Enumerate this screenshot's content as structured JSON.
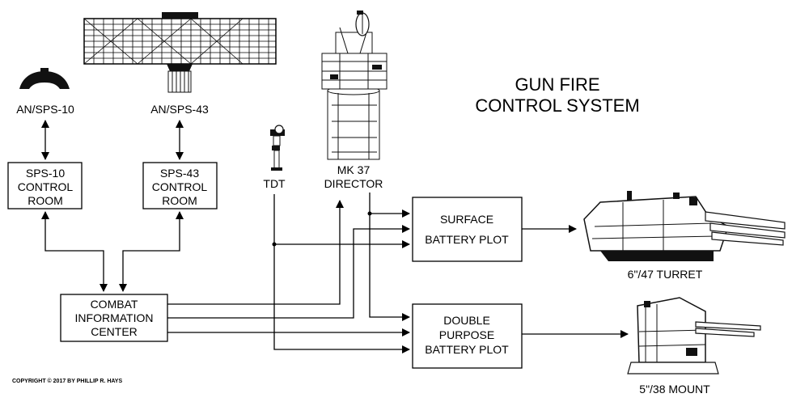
{
  "title_lines": [
    "GUN FIRE",
    "CONTROL SYSTEM"
  ],
  "equipment": {
    "sps10": "AN/SPS-10",
    "sps43": "AN/SPS-43",
    "tdt": "TDT",
    "mk37_line1": "MK 37",
    "mk37_line2": "DIRECTOR",
    "turret": "6\"/47 TURRET",
    "mount": "5\"/38 MOUNT"
  },
  "boxes": {
    "sps10_room": [
      "SPS-10",
      "CONTROL",
      "ROOM"
    ],
    "sps43_room": [
      "SPS-43",
      "CONTROL",
      "ROOM"
    ],
    "cic": [
      "COMBAT",
      "INFORMATION",
      "CENTER"
    ],
    "surface_plot": [
      "SURFACE",
      "BATTERY PLOT"
    ],
    "dp_plot": [
      "DOUBLE",
      "PURPOSE",
      "BATTERY PLOT"
    ]
  },
  "copyright": "COPYRIGHT © 2017 BY PHILLIP R. HAYS",
  "icons": [
    "sps10-antenna-icon",
    "sps43-antenna-icon",
    "tdt-icon",
    "mk37-director-icon",
    "turret-icon",
    "mount-icon"
  ]
}
